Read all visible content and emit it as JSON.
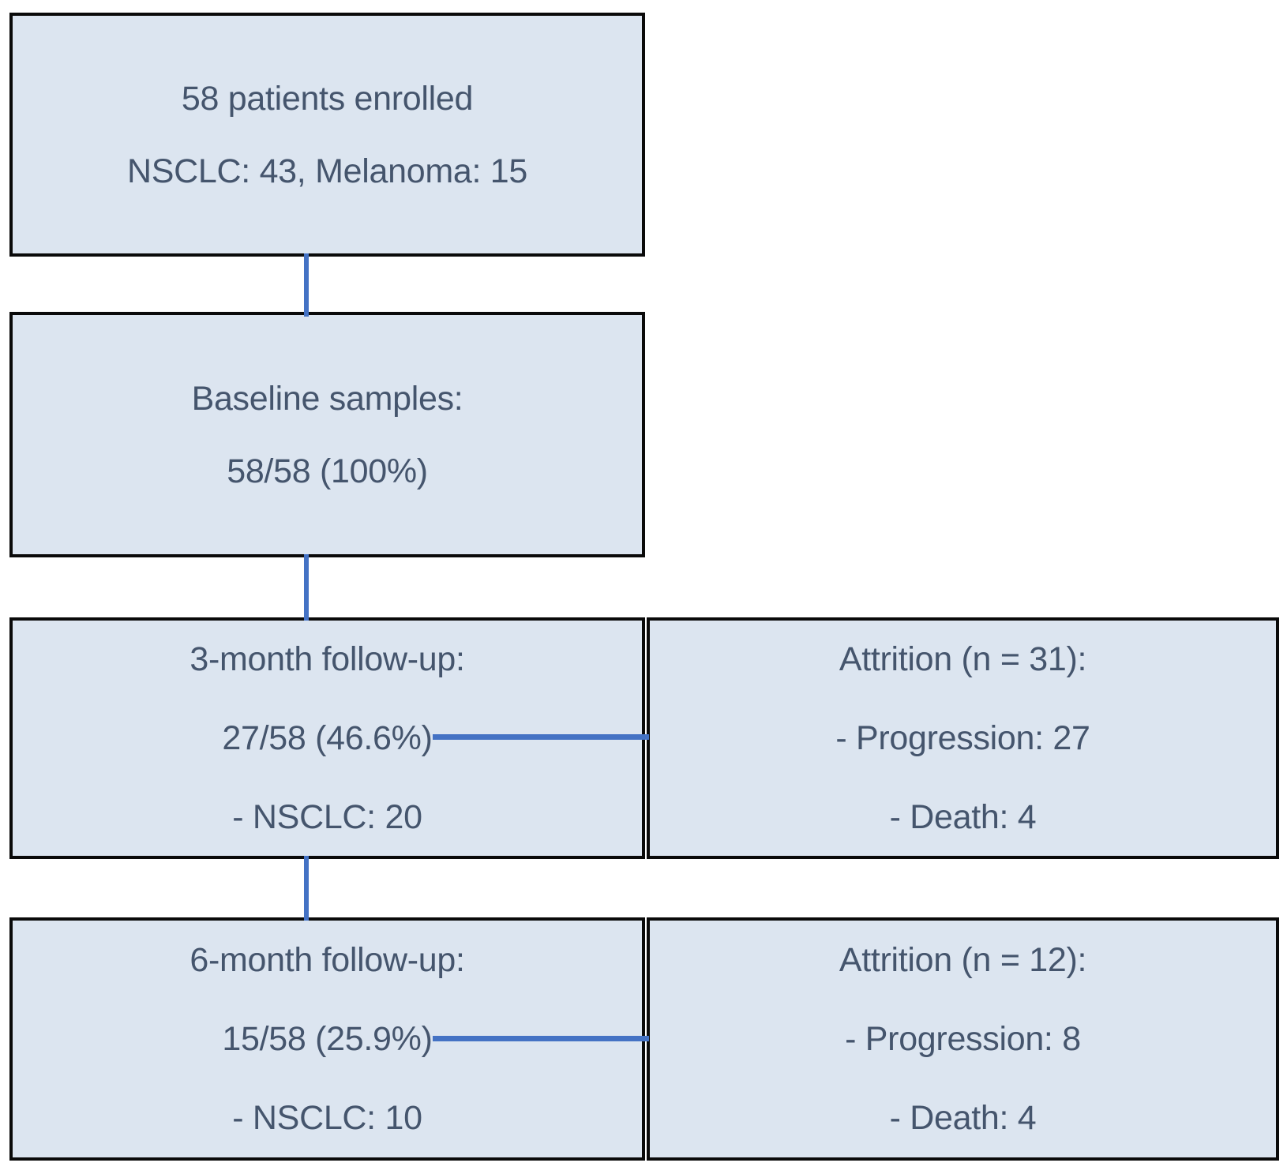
{
  "colors": {
    "box-fill": "#dce5f0",
    "box-border": "#0a0a0a",
    "connector": "#4472c4",
    "text": "#45556d"
  },
  "flowchart": {
    "boxes": [
      {
        "id": "enrolled",
        "lines": [
          "58 patients enrolled",
          "NSCLC: 43, Melanoma: 15"
        ]
      },
      {
        "id": "baseline-samples",
        "lines": [
          "Baseline samples:",
          "58/58 (100%)"
        ]
      },
      {
        "id": "followup-3-month",
        "lines": [
          "3-month follow-up:",
          "27/58 (46.6%)",
          "- NSCLC: 20"
        ]
      },
      {
        "id": "attrition-3-month",
        "lines": [
          "Attrition (n = 31):",
          "- Progression: 27",
          "- Death: 4"
        ]
      },
      {
        "id": "followup-6-month",
        "lines": [
          "6-month follow-up:",
          "15/58 (25.9%)",
          "- NSCLC: 10"
        ]
      },
      {
        "id": "attrition-6-month",
        "lines": [
          "Attrition (n = 12):",
          "- Progression: 8",
          "- Death: 4"
        ]
      }
    ]
  }
}
